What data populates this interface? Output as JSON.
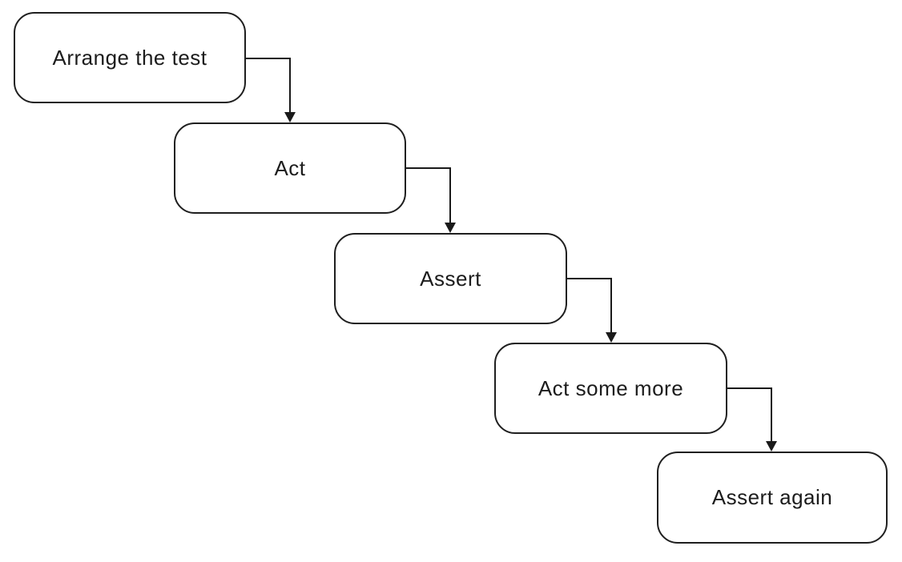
{
  "diagram": {
    "type": "flowchart",
    "nodes": [
      {
        "label": "Arrange the test"
      },
      {
        "label": "Act"
      },
      {
        "label": "Assert"
      },
      {
        "label": "Act some more"
      },
      {
        "label": "Assert again"
      }
    ],
    "edges": [
      {
        "from": 0,
        "to": 1
      },
      {
        "from": 1,
        "to": 2
      },
      {
        "from": 2,
        "to": 3
      },
      {
        "from": 3,
        "to": 4
      }
    ],
    "colors": {
      "node_fill": "#ffffff",
      "node_border": "#1f1f1f",
      "text": "#1c1c1c",
      "connector": "#1a1a1a",
      "background": "#ffffff"
    }
  }
}
